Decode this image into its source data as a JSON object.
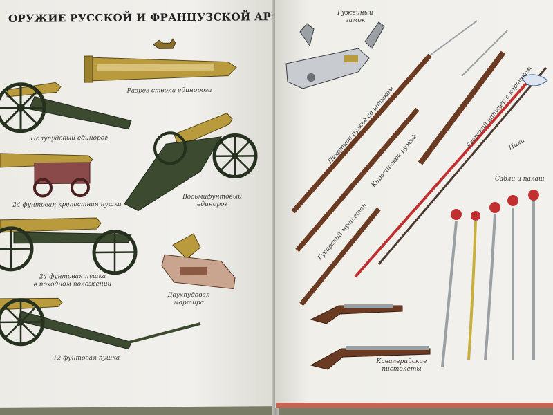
{
  "left_page": {
    "heading": "ОРУЖИЕ РУССКОЙ И ФРАНЦУЗСКОЙ АРМИЙ",
    "captions": {
      "unicorn_barrel_section": "Разрез ствола единорога",
      "half_pood_unicorn": "Полупудовый единорог",
      "eight_pound_unicorn_1": "Восьмифунтовый",
      "eight_pound_unicorn_2": "единорог",
      "fortress_cannon_24": "24 фунтовая крепостная пушка",
      "marching_cannon_24_1": "24 фунтовая пушка",
      "marching_cannon_24_2": "в походном положении",
      "two_pood_mortar_1": "Двухпудовая",
      "two_pood_mortar_2": "мортира",
      "cannon_12": "12 фунтовая пушка"
    }
  },
  "right_page": {
    "captions": {
      "flintlock_1": "Ружейный",
      "flintlock_2": "замок",
      "infantry_musket": "Пехотное ружьё со штыком",
      "jaeger_rifle": "Егерский штуцер с кортиком",
      "cuirassier_musket": "Кирасирское ружьё",
      "pikes": "Пики",
      "hussar_musketoon": "Гусарский мушкетон",
      "sabres": "Сабли и палаш",
      "cavalry_pistols_1": "Кавалерийские",
      "cavalry_pistols_2": "пистолеты"
    }
  },
  "colors": {
    "brass": "#b99a3c",
    "carriage_green": "#3c4a30",
    "wood": "#6b3a22",
    "steel": "#9aa0a4",
    "red_shaft": "#c03030"
  }
}
